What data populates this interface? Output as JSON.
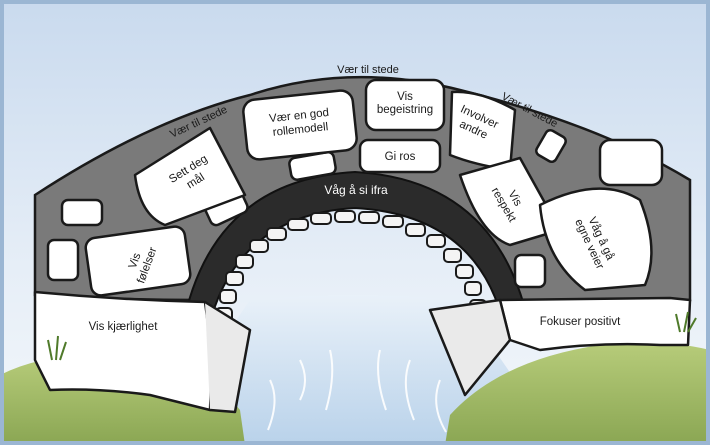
{
  "colors": {
    "sky": "#d6e3f1",
    "frame_border": "#9bb6d3",
    "mortar": "#7a7a7a",
    "inner_arch": "#2b2b2b",
    "stone": "#ffffff",
    "grass": "#9cb660",
    "water": "#cfe0ef"
  },
  "bridge": {
    "rim_top": "Vær til stede",
    "rim_left": "Vær til stede",
    "rim_right": "Vær til stede",
    "inner_arch": "Våg å si ifra",
    "stones": {
      "sett_deg_mal": "Sett deg mål",
      "vaer_en_god_rollemodell": "Vær en god rollemodell",
      "vis_begeistring": "Vis begeistring",
      "involver_andre": "Involver andre",
      "gi_ros": "Gi ros",
      "vis_respekt": "Vis respekt",
      "vis_folelser": "Vis følelser",
      "vag_a_ga_egne_veier": "Våg å gå egne veier"
    },
    "abutments": {
      "left": "Vis kjærlighet",
      "right": "Fokuser positivt"
    }
  }
}
